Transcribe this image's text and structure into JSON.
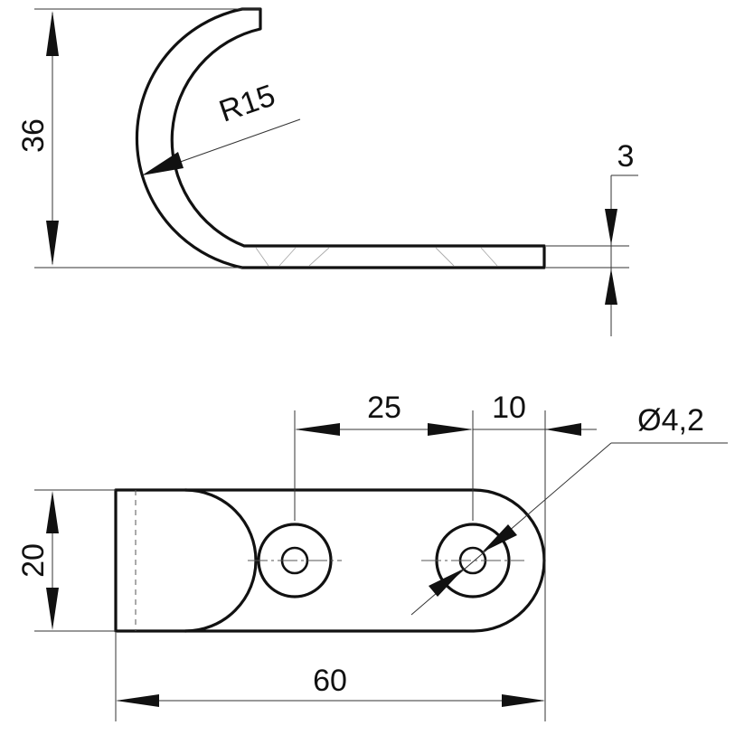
{
  "side_view": {
    "height_dim": "36",
    "radius_dim": "R15",
    "thickness_dim": "3"
  },
  "top_view": {
    "hole_spacing_dim": "25",
    "edge_to_hole_dim": "10",
    "hole_diameter_dim": "Ø4,2",
    "width_dim": "20",
    "length_dim": "60"
  }
}
